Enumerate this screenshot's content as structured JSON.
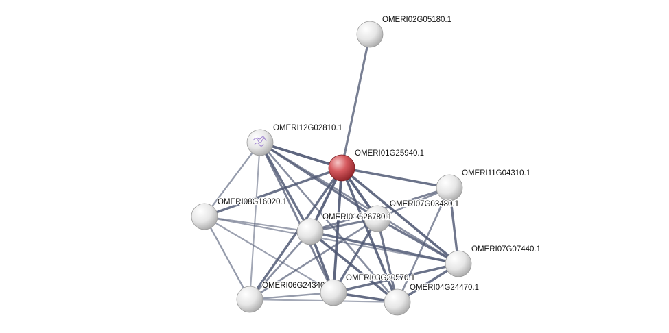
{
  "network": {
    "colors": {
      "query_node": "#c9434a",
      "node": "#e8e8e8",
      "edge": "#4f5873",
      "background": "#ffffff"
    },
    "nodes": [
      {
        "id": "OMERI02G05180.1",
        "label": "OMERI02G05180.1",
        "query": false
      },
      {
        "id": "OMERI12G02810.1",
        "label": "OMERI12G02810.1",
        "query": false,
        "has_structure_image": true
      },
      {
        "id": "OMERI01G25940.1",
        "label": "OMERI01G25940.1",
        "query": true
      },
      {
        "id": "OMERI11G04310.1",
        "label": "OMERI11G04310.1",
        "query": false
      },
      {
        "id": "OMERI08G16020.1",
        "label": "OMERI08G16020.1",
        "query": false
      },
      {
        "id": "OMERI07G03480.1",
        "label": "OMERI07G03480.1",
        "query": false
      },
      {
        "id": "OMERI01G26780.1",
        "label": "OMERI01G26780.1",
        "query": false
      },
      {
        "id": "OMERI07G07440.1",
        "label": "OMERI07G07440.1",
        "query": false
      },
      {
        "id": "OMERI06G24340.1",
        "label": "OMERI06G24340.1",
        "query": false
      },
      {
        "id": "OMERI03G30570.1",
        "label": "OMERI03G30570.1",
        "query": false
      },
      {
        "id": "OMERI04G24470.1",
        "label": "OMERI04G24470.1",
        "query": false
      }
    ],
    "edges": [
      {
        "a": "OMERI01G25940.1",
        "b": "OMERI02G05180.1",
        "strength": 0.75
      },
      {
        "a": "OMERI01G25940.1",
        "b": "OMERI12G02810.1",
        "strength": 0.95
      },
      {
        "a": "OMERI01G25940.1",
        "b": "OMERI11G04310.1",
        "strength": 0.85
      },
      {
        "a": "OMERI01G25940.1",
        "b": "OMERI08G16020.1",
        "strength": 0.85
      },
      {
        "a": "OMERI01G25940.1",
        "b": "OMERI07G03480.1",
        "strength": 0.95
      },
      {
        "a": "OMERI01G25940.1",
        "b": "OMERI01G26780.1",
        "strength": 0.95
      },
      {
        "a": "OMERI01G25940.1",
        "b": "OMERI07G07440.1",
        "strength": 0.9
      },
      {
        "a": "OMERI01G25940.1",
        "b": "OMERI06G24340.1",
        "strength": 0.85
      },
      {
        "a": "OMERI01G25940.1",
        "b": "OMERI03G30570.1",
        "strength": 0.95
      },
      {
        "a": "OMERI01G25940.1",
        "b": "OMERI04G24470.1",
        "strength": 0.9
      },
      {
        "a": "OMERI01G25940.1",
        "b": "OMERI01G26780.1.x",
        "strength": 0
      },
      {
        "a": "OMERI12G02810.1",
        "b": "OMERI08G16020.1",
        "strength": 0.5
      },
      {
        "a": "OMERI12G02810.1",
        "b": "OMERI01G26780.1",
        "strength": 0.85
      },
      {
        "a": "OMERI12G02810.1",
        "b": "OMERI07G03480.1",
        "strength": 0.8
      },
      {
        "a": "OMERI12G02810.1",
        "b": "OMERI03G30570.1",
        "strength": 0.7
      },
      {
        "a": "OMERI12G02810.1",
        "b": "OMERI04G24470.1",
        "strength": 0.6
      },
      {
        "a": "OMERI12G02810.1",
        "b": "OMERI07G07440.1",
        "strength": 0.6
      },
      {
        "a": "OMERI12G02810.1",
        "b": "OMERI06G24340.1",
        "strength": 0.4
      },
      {
        "a": "OMERI08G16020.1",
        "b": "OMERI06G24340.1",
        "strength": 0.5
      },
      {
        "a": "OMERI08G16020.1",
        "b": "OMERI07G07440.1",
        "strength": 0.45
      },
      {
        "a": "OMERI08G16020.1",
        "b": "OMERI01G26780.1",
        "strength": 0.45
      },
      {
        "a": "OMERI08G16020.1",
        "b": "OMERI03G30570.1",
        "strength": 0.45
      },
      {
        "a": "OMERI11G04310.1",
        "b": "OMERI07G07440.1",
        "strength": 0.8
      },
      {
        "a": "OMERI11G04310.1",
        "b": "OMERI01G26780.1",
        "strength": 0.7
      },
      {
        "a": "OMERI11G04310.1",
        "b": "OMERI04G24470.1",
        "strength": 0.6
      },
      {
        "a": "OMERI11G04310.1",
        "b": "OMERI07G03480.1",
        "strength": 0.6
      },
      {
        "a": "OMERI07G03480.1",
        "b": "OMERI01G26780.1",
        "strength": 0.75
      },
      {
        "a": "OMERI07G03480.1",
        "b": "OMERI07G07440.1",
        "strength": 0.8
      },
      {
        "a": "OMERI07G03480.1",
        "b": "OMERI03G30570.1",
        "strength": 0.85
      },
      {
        "a": "OMERI07G03480.1",
        "b": "OMERI04G24470.1",
        "strength": 0.8
      },
      {
        "a": "OMERI07G03480.1",
        "b": "OMERI06G24340.1",
        "strength": 0.6
      },
      {
        "a": "OMERI01G26780.1",
        "b": "OMERI07G07440.1",
        "strength": 0.85
      },
      {
        "a": "OMERI01G26780.1",
        "b": "OMERI03G30570.1",
        "strength": 0.9
      },
      {
        "a": "OMERI01G26780.1",
        "b": "OMERI04G24470.1",
        "strength": 0.9
      },
      {
        "a": "OMERI01G26780.1",
        "b": "OMERI06G24340.1",
        "strength": 0.6
      },
      {
        "a": "OMERI07G07440.1",
        "b": "OMERI03G30570.1",
        "strength": 0.85
      },
      {
        "a": "OMERI07G07440.1",
        "b": "OMERI04G24470.1",
        "strength": 0.85
      },
      {
        "a": "OMERI06G24340.1",
        "b": "OMERI03G30570.1",
        "strength": 0.5
      },
      {
        "a": "OMERI06G24340.1",
        "b": "OMERI04G24470.1",
        "strength": 0.4
      },
      {
        "a": "OMERI03G30570.1",
        "b": "OMERI04G24470.1",
        "strength": 0.9
      },
      {
        "a": "OMERI01G26780.1",
        "b": "OMERI01G26780.1.y",
        "strength": 0
      }
    ]
  }
}
